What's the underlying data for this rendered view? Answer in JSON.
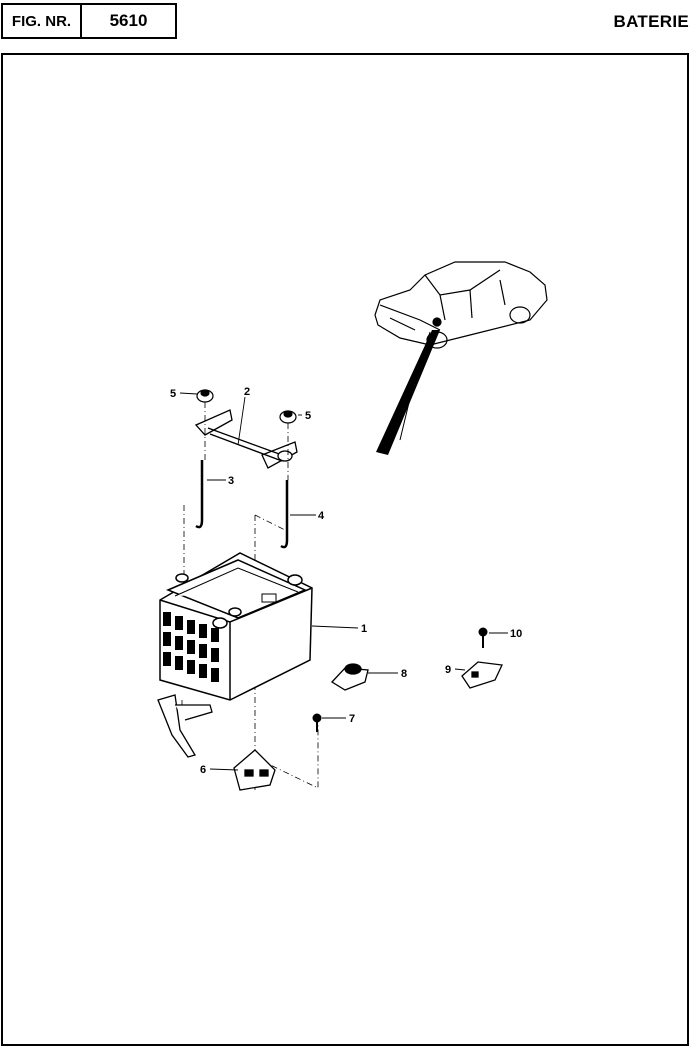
{
  "header": {
    "fig_label": "FIG. NR.",
    "fig_number": "5610",
    "title": "BATERIE"
  },
  "callouts": [
    {
      "id": "1",
      "label": "1"
    },
    {
      "id": "2",
      "label": "2"
    },
    {
      "id": "3",
      "label": "3"
    },
    {
      "id": "4",
      "label": "4"
    },
    {
      "id": "5a",
      "label": "5"
    },
    {
      "id": "5b",
      "label": "5"
    },
    {
      "id": "6",
      "label": "6"
    },
    {
      "id": "7",
      "label": "7"
    },
    {
      "id": "8",
      "label": "8"
    },
    {
      "id": "9",
      "label": "9"
    },
    {
      "id": "10",
      "label": "10"
    }
  ]
}
